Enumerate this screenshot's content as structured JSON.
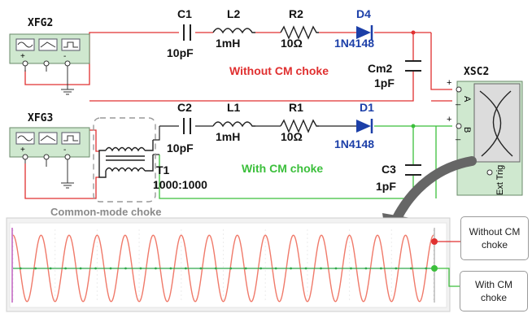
{
  "generators": [
    {
      "label": "XFG2",
      "terminals": [
        "+",
        "-"
      ]
    },
    {
      "label": "XFG3",
      "terminals": [
        "+",
        "-"
      ]
    }
  ],
  "top_branch": {
    "capacitor": {
      "name": "C1",
      "value": "10pF"
    },
    "inductor": {
      "name": "L2",
      "value": "1mH"
    },
    "resistor": {
      "name": "R2",
      "value": "10Ω"
    },
    "diode": {
      "name": "D4",
      "value": "1N4148"
    },
    "load_cap": {
      "name": "Cm2",
      "value": "1pF"
    },
    "caption": "Without CM choke"
  },
  "bottom_branch": {
    "capacitor": {
      "name": "C2",
      "value": "10pF"
    },
    "inductor": {
      "name": "L1",
      "value": "1mH"
    },
    "resistor": {
      "name": "R1",
      "value": "10Ω"
    },
    "diode": {
      "name": "D1",
      "value": "1N4148"
    },
    "load_cap": {
      "name": "C3",
      "value": "1pF"
    },
    "caption": "With CM choke"
  },
  "transformer": {
    "name": "T1",
    "ratio": "1000:1000",
    "caption": "Common-mode choke"
  },
  "oscilloscope": {
    "label": "XSC2",
    "channel_a": "A",
    "channel_b": "B",
    "ext_trig": "Ext Trig",
    "sign_plus": "+",
    "sign_minus": "_"
  },
  "scope_view": {
    "cycles": 15,
    "amplitude": 0.85,
    "flat_points": 28
  },
  "callouts": {
    "without": "Without CM choke",
    "with": "With CM choke"
  },
  "colors": {
    "red_wire": "#e03030",
    "green_wire": "#3bbf3b",
    "diode": "#1c3fa8",
    "trace_red": "#f07a6a",
    "trace_green": "#2ea84a",
    "generator_bg": "#cfe8cf"
  }
}
